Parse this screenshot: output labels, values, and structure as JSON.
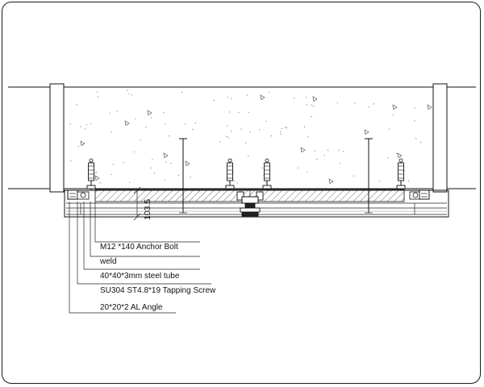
{
  "drawing": {
    "dimension_text": "103.5",
    "callouts": [
      {
        "id": "anchor-bolt",
        "text": "M12 *140 Anchor Bolt"
      },
      {
        "id": "weld",
        "text": "weld"
      },
      {
        "id": "steel-tube",
        "text": "40*40*3mm steel tube"
      },
      {
        "id": "tapping-screw",
        "text": "SU304  ST4.8*19  Tapping Screw"
      },
      {
        "id": "al-angle",
        "text": "20*20*2 AL Angle"
      }
    ],
    "colors": {
      "line": "#111111",
      "hatch": "#444444",
      "concrete_mark": "#555555"
    }
  }
}
